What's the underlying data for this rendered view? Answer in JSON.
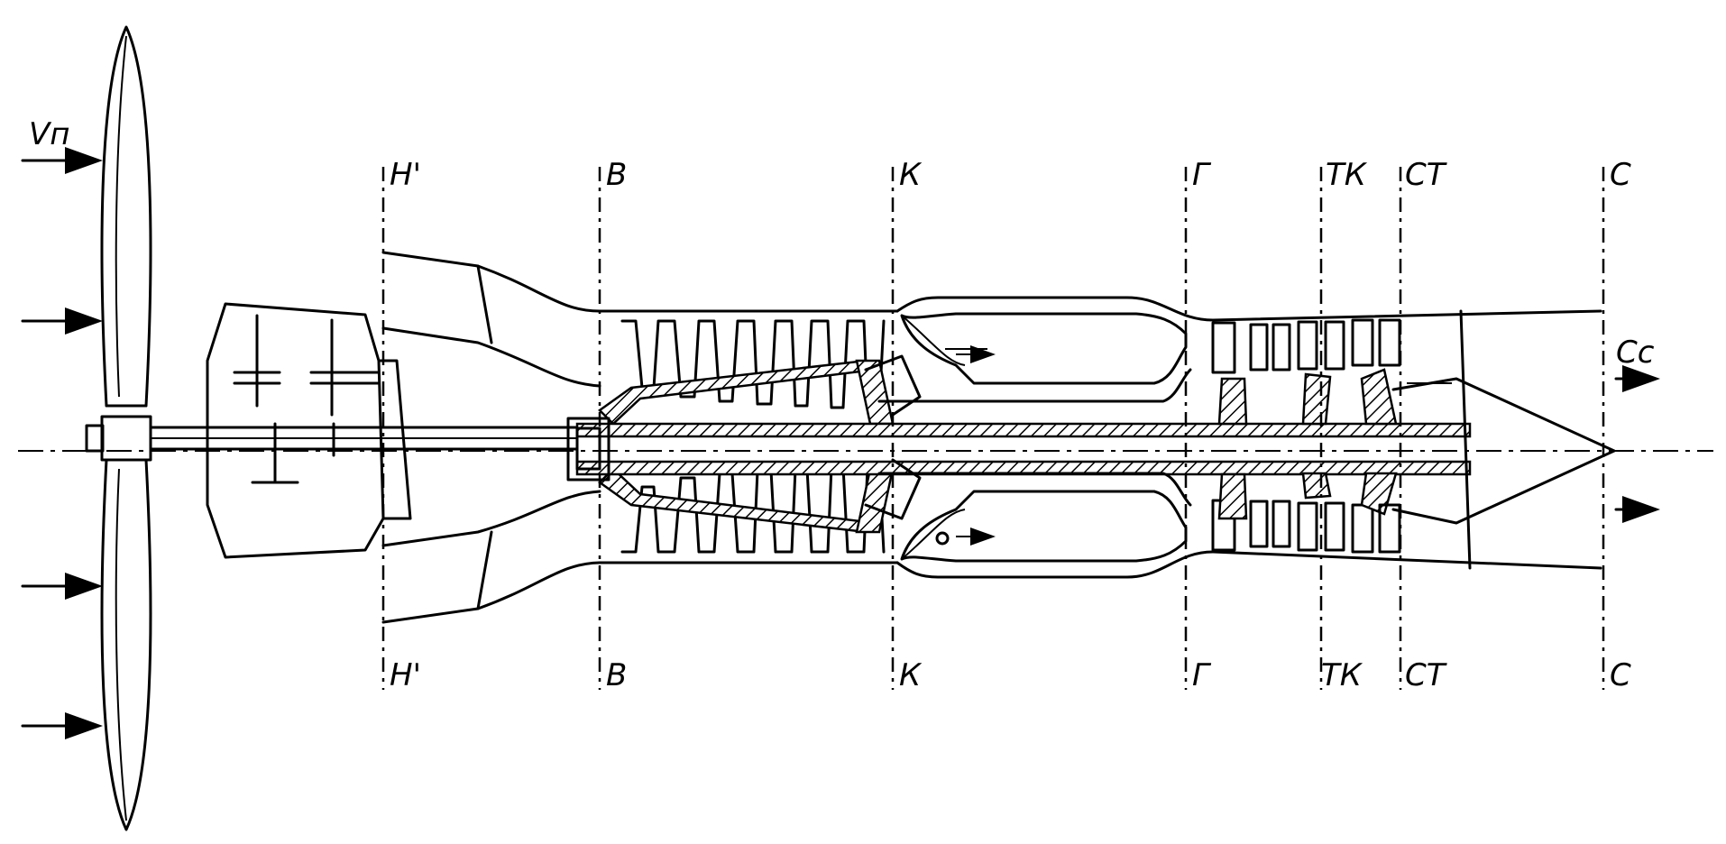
{
  "flow_labels": {
    "inlet_velocity": "Vп",
    "exit_velocity": "Cc"
  },
  "stations": [
    {
      "id": "h",
      "top": "Н'",
      "bottom": "Н'"
    },
    {
      "id": "v",
      "top": "В",
      "bottom": "В"
    },
    {
      "id": "k",
      "top": "К",
      "bottom": "К"
    },
    {
      "id": "g",
      "top": "Г",
      "bottom": "Г"
    },
    {
      "id": "tk",
      "top": "ТК",
      "bottom": "ТК"
    },
    {
      "id": "st",
      "top": "СТ",
      "bottom": "СТ"
    },
    {
      "id": "c",
      "top": "С",
      "bottom": "С"
    }
  ],
  "colors": {
    "ink": "#000000",
    "paper": "#ffffff"
  }
}
